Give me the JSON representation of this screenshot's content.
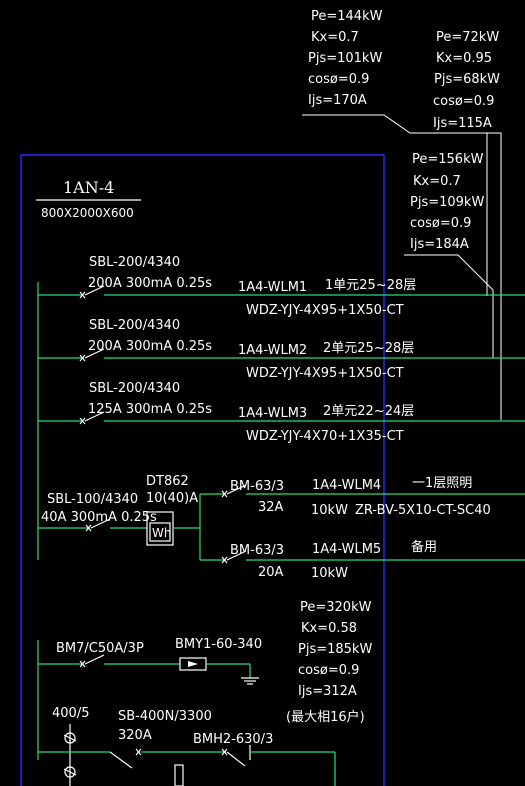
{
  "load_blocks": {
    "top_left": [
      "Pe=144kW",
      "Kx=0.7",
      "Pjs=101kW",
      "cosø=0.9",
      "Ijs=170A"
    ],
    "top_right": [
      "Pe=72kW",
      "Kx=0.95",
      "Pjs=68kW",
      "cosø=0.9",
      "Ijs=115A"
    ],
    "middle": [
      "Pe=156kW",
      "Kx=0.7",
      "Pjs=109kW",
      "cosø=0.9",
      "Ijs=184A"
    ],
    "bottom": [
      "Pe=320kW",
      "Kx=0.58",
      "Pjs=185kW",
      "cosø=0.9",
      "Ijs=312A"
    ]
  },
  "panel": {
    "name": "1AN-4",
    "size": "800X2000X600"
  },
  "circuits": [
    {
      "breaker": "SBL-200/4340",
      "rating": "200A 300mA 0.25s",
      "id": "1A4-WLM1",
      "desc": "1单元25~28层",
      "cable": "WDZ-YJY-4X95+1X50-CT"
    },
    {
      "breaker": "SBL-200/4340",
      "rating": "200A 300mA 0.25s",
      "id": "1A4-WLM2",
      "desc": "2单元25~28层",
      "cable": "WDZ-YJY-4X95+1X50-CT"
    },
    {
      "breaker": "SBL-200/4340",
      "rating": "125A 300mA 0.25s",
      "id": "1A4-WLM3",
      "desc": "2单元22~24层",
      "cable": "WDZ-YJY-4X70+1X35-CT"
    }
  ],
  "meter_branch": {
    "breaker": "SBL-100/4340",
    "rating": "40A 300mA 0.25s",
    "meter_model": "DT862",
    "meter_rating": "10(40)A",
    "meter_label": "Wh",
    "subs": [
      {
        "breaker": "BM-63/3",
        "amps": "32A",
        "id": "1A4-WLM4",
        "power": "10kW",
        "desc": "一1层照明",
        "cable": "ZR-BV-5X10-CT-SC40"
      },
      {
        "breaker": "BM-63/3",
        "amps": "20A",
        "id": "1A4-WLM5",
        "power": "10kW",
        "desc": "备用",
        "cable": ""
      }
    ]
  },
  "surge": {
    "breaker": "BM7/C50A/3P",
    "arrester": "BMY1-60-340"
  },
  "main": {
    "ct": "400/5",
    "breaker": "SB-400N/3300",
    "amps": "320A",
    "switch": "BMH2-630/3",
    "note": "(最大相16户)"
  }
}
